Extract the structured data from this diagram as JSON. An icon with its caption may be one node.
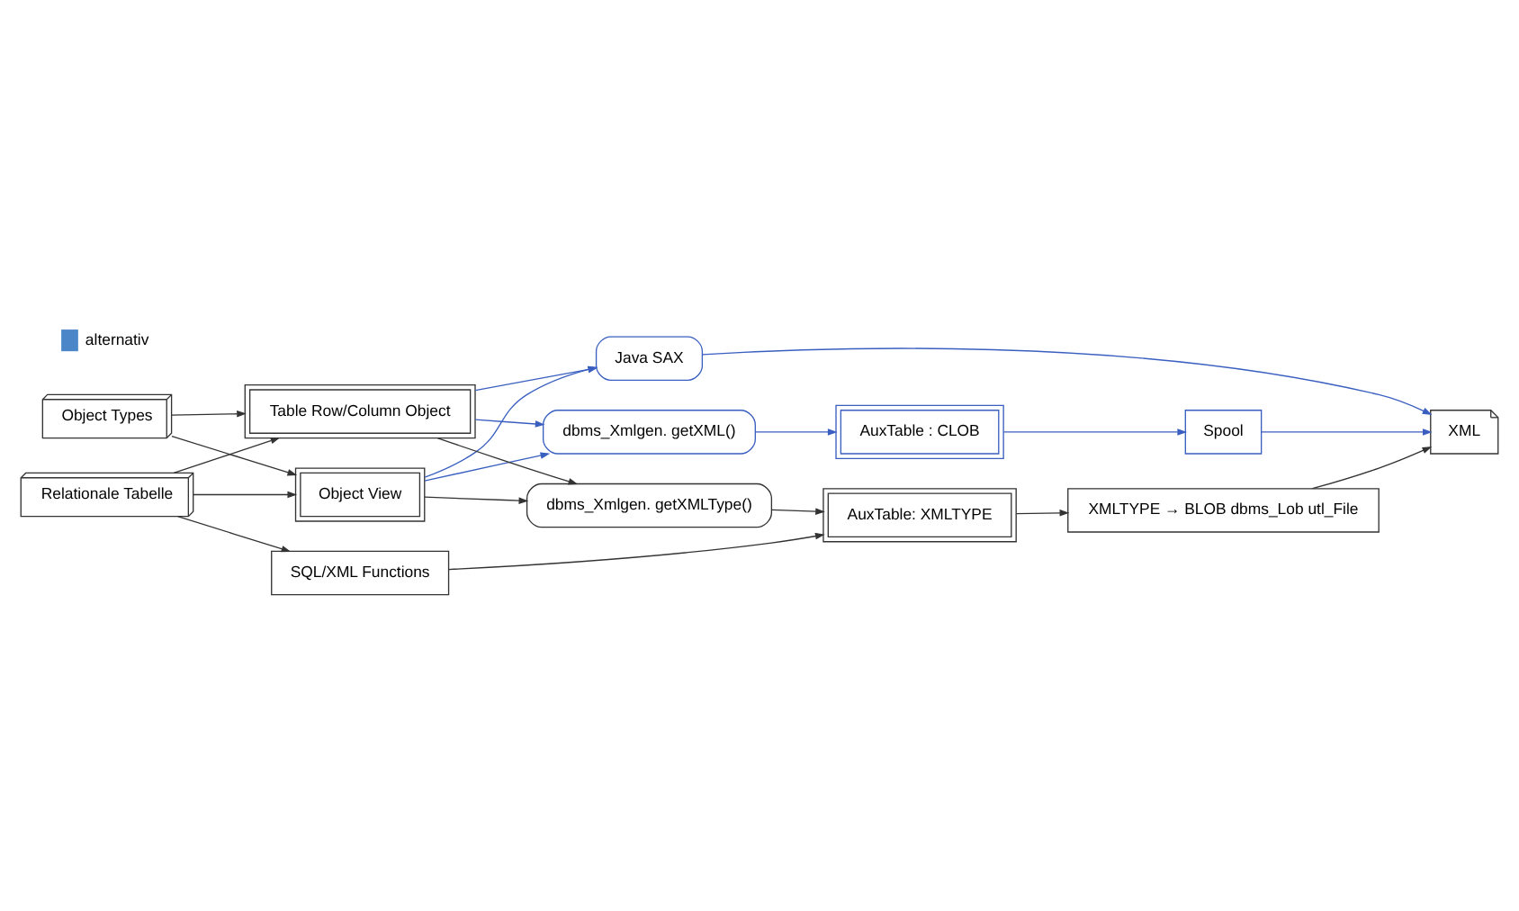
{
  "diagram": {
    "nodes": [
      {
        "text": [
          "Relationale Tabelle"
        ]
      },
      {
        "text": [
          "SQL/XML Functions"
        ]
      },
      {
        "text": [
          "AuxTable: XMLTYPE"
        ]
      },
      {
        "text": [
          "XMLTYPE → BLOB dbms_Lob utl_File"
        ]
      },
      {
        "text": [
          "Object View"
        ]
      },
      {
        "text": [
          "dbms_Xmlgen. getXMLType()"
        ]
      },
      {
        "text": [
          "XML"
        ]
      },
      {
        "text": [
          "Object Types"
        ]
      },
      {
        "text": [
          "Java SAX"
        ]
      },
      {
        "text": [
          "Table Row/Column Object"
        ]
      },
      {
        "text": [
          "dbms_Xmlgen. getXML()"
        ]
      },
      {
        "text": [
          "AuxTable : CLOB"
        ]
      },
      {
        "text": [
          "Spool"
        ]
      }
    ],
    "edges": [
      {
        "from": 0,
        "to": 1,
        "arrow": "to"
      },
      {
        "from": 0,
        "to": 4,
        "arrow": "to"
      },
      {
        "from": 0,
        "to": 9,
        "arrow": "to"
      },
      {
        "from": 1,
        "to": 2,
        "arrow": "to"
      },
      {
        "from": 2,
        "to": 3,
        "arrow": "to"
      },
      {
        "from": 3,
        "to": 6,
        "arrow": "to"
      },
      {
        "from": 4,
        "to": 5,
        "arrow": "to"
      },
      {
        "from": 9,
        "to": 5,
        "arrow": "to"
      },
      {
        "from": 5,
        "to": 2,
        "arrow": "to"
      },
      {
        "from": 7,
        "to": 4,
        "arrow": "to"
      },
      {
        "from": 7,
        "to": 9,
        "arrow": "to"
      },
      {
        "from": 4,
        "to": 8,
        "arrow": "to",
        "color": "#3a5fc0"
      },
      {
        "from": 4,
        "to": 10,
        "arrow": "to",
        "color": "#3a5fc0"
      },
      {
        "from": 9,
        "to": 8,
        "arrow": "to",
        "color": "#3a5fc0"
      },
      {
        "from": 9,
        "to": 10,
        "arrow": "to",
        "color": "#3a5fc0"
      },
      {
        "from": 8,
        "to": 6,
        "arrow": "to",
        "color": "#3a5fc0"
      },
      {
        "from": 10,
        "to": 11,
        "arrow": "to",
        "color": "#3a5fc0"
      },
      {
        "from": 11,
        "to": 12,
        "arrow": "to",
        "color": "#3a5fc0"
      },
      {
        "from": 12,
        "to": 6,
        "arrow": "to",
        "color": "#3a5fc0"
      }
    ],
    "legend": [
      {
        "text": "alternativ",
        "color": "#4a86c8"
      }
    ]
  }
}
